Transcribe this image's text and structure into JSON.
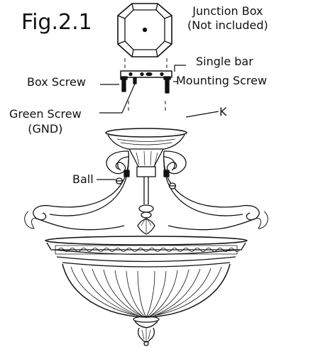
{
  "figure": {
    "title": "Fig.2.1",
    "labels": {
      "junction_box_line1": "Junction Box",
      "junction_box_line2": "(Not included)",
      "single_bar": "Single bar",
      "mounting_screw": "Mounting Screw",
      "box_screw": "Box Screw",
      "green_screw_line1": "Green Screw",
      "green_screw_line2": "(GND)",
      "k": "K",
      "ball": "Ball"
    }
  },
  "colors": {
    "line": "#111111",
    "background": "#ffffff"
  }
}
